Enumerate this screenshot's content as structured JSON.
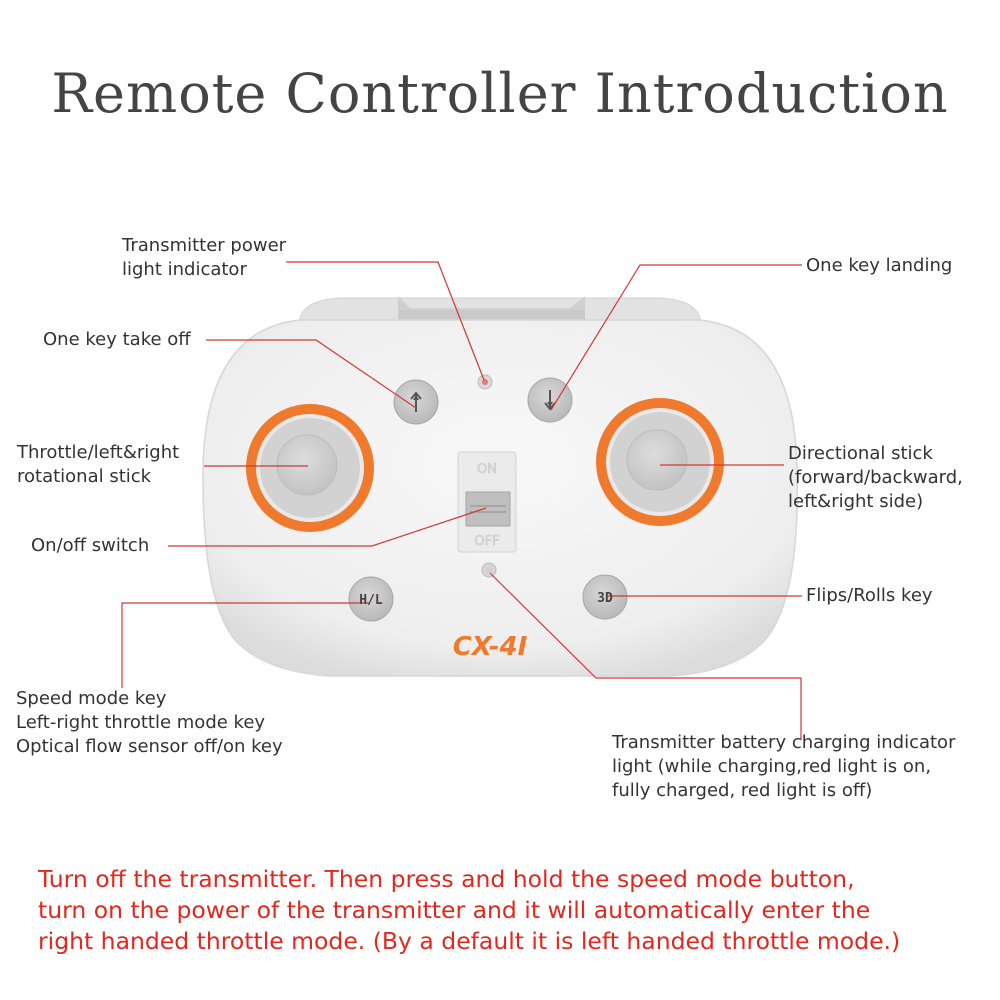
{
  "title": "Remote Controller Introduction",
  "model_label": "CX-4I",
  "switch": {
    "on": "ON",
    "off": "OFF"
  },
  "keys": {
    "hl": "H/L",
    "threed": "3D"
  },
  "labels": {
    "transmitter_power": [
      "Transmitter power",
      "light indicator"
    ],
    "one_key_landing": "One key landing",
    "one_key_takeoff": "One key take off",
    "throttle_stick": [
      "Throttle/left&right",
      "rotational stick"
    ],
    "directional_stick": [
      "Directional stick",
      "(forward/backward,",
      "left&right side)"
    ],
    "on_off_switch": "On/off switch",
    "flips_rolls": "Flips/Rolls key",
    "speed_mode": [
      "Speed mode key",
      "Left-right throttle mode key",
      "Optical flow sensor off/on key"
    ],
    "battery_indicator": [
      "Transmitter battery charging indicator",
      "light (while charging,red light is on,",
      "fully charged, red light is off)"
    ]
  },
  "note": [
    "Turn off the transmitter. Then press and hold the speed mode button,",
    "turn on the power of the transmitter and it will automatically enter the",
    "right handed throttle mode. (By a default it is left handed throttle mode.)"
  ],
  "colors": {
    "accent": "#e0281f",
    "orange": "#ef7a2d",
    "leader": "#d03a32",
    "body": "#f2f2f2"
  }
}
